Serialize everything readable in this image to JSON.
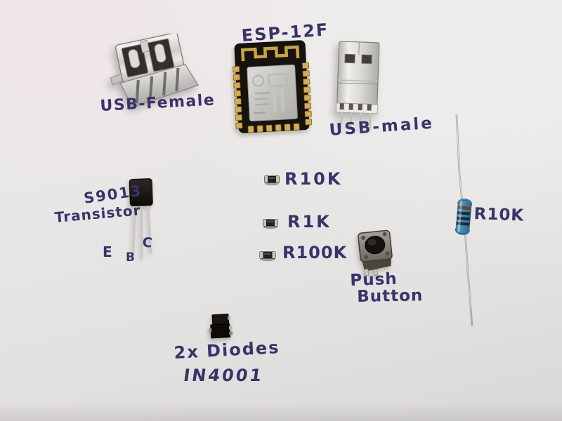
{
  "colors": {
    "ink": "#39326b",
    "paper": "#e9e7e6",
    "pcb_black": "#16130e",
    "antenna_gold": "#c9a43c",
    "metal_silver": "#d6d4d0",
    "resistor_blue": "#3f86b2"
  },
  "components": {
    "usb_female": {
      "label": "USB-Female"
    },
    "esp12f": {
      "label": "ESP-12F"
    },
    "usb_male": {
      "label": "USB-male"
    },
    "transistor": {
      "part_label": "S9013",
      "type_label": "Transistor",
      "pin_e": "E",
      "pin_b": "B",
      "pin_c": "C"
    },
    "smd_resistors": [
      {
        "label": "R10K"
      },
      {
        "label": "R1K"
      },
      {
        "label": "R100K"
      }
    ],
    "push_button": {
      "label_line1": "Push",
      "label_line2": "Button"
    },
    "axial_resistor": {
      "label": "R10K"
    },
    "diodes": {
      "label_line1": "2x Diodes",
      "label_line2": "IN4001"
    }
  }
}
